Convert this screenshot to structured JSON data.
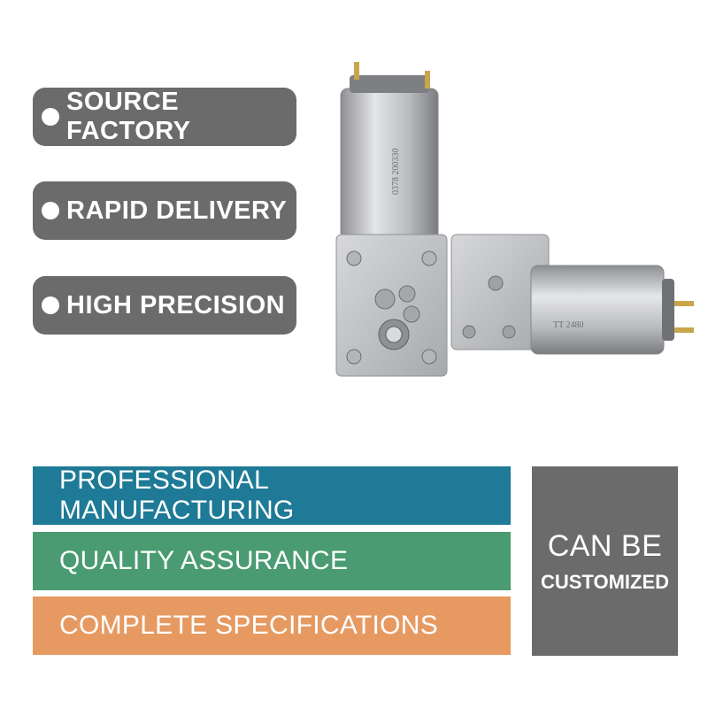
{
  "highlights": [
    {
      "label": "SOURCE FACTORY"
    },
    {
      "label": "RAPID DELIVERY"
    },
    {
      "label": "HIGH PRECISION"
    }
  ],
  "features": [
    {
      "label": "PROFESSIONAL MANUFACTURING",
      "color": "#1e7a96"
    },
    {
      "label": "QUALITY ASSURANCE",
      "color": "#4a9b72"
    },
    {
      "label": "COMPLETE SPECIFICATIONS",
      "color": "#e69a62"
    }
  ],
  "custom": {
    "line1": "CAN BE",
    "line2": "CUSTOMIZED"
  },
  "product": {
    "motor_markings": [
      "TT 2480",
      "0378 200330"
    ]
  },
  "colors": {
    "pill_bg": "#6b6b6b",
    "custom_bg": "#6b6b6b"
  }
}
